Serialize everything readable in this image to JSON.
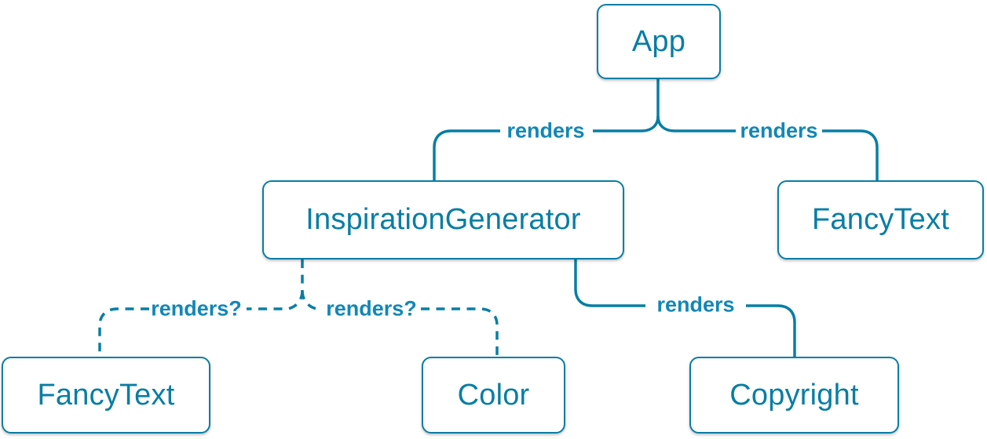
{
  "diagram": {
    "type": "component-render-tree",
    "colors": {
      "accent": "#087ea4",
      "edge_label": "#1287b6",
      "node_bg": "#ffffff",
      "page_bg": "#ffffff"
    },
    "nodes": [
      {
        "id": "app",
        "label": "App"
      },
      {
        "id": "inspiration-generator",
        "label": "InspirationGenerator"
      },
      {
        "id": "fancy-text-top",
        "label": "FancyText"
      },
      {
        "id": "fancy-text-bottom",
        "label": "FancyText"
      },
      {
        "id": "color",
        "label": "Color"
      },
      {
        "id": "copyright",
        "label": "Copyright"
      }
    ],
    "edges": [
      {
        "from": "App",
        "to": "InspirationGenerator",
        "label": "renders",
        "style": "solid"
      },
      {
        "from": "App",
        "to": "FancyText",
        "label": "renders",
        "style": "solid"
      },
      {
        "from": "InspirationGenerator",
        "to": "FancyText",
        "label": "renders?",
        "style": "dashed"
      },
      {
        "from": "InspirationGenerator",
        "to": "Color",
        "label": "renders?",
        "style": "dashed"
      },
      {
        "from": "InspirationGenerator",
        "to": "Copyright",
        "label": "renders",
        "style": "solid"
      }
    ]
  }
}
